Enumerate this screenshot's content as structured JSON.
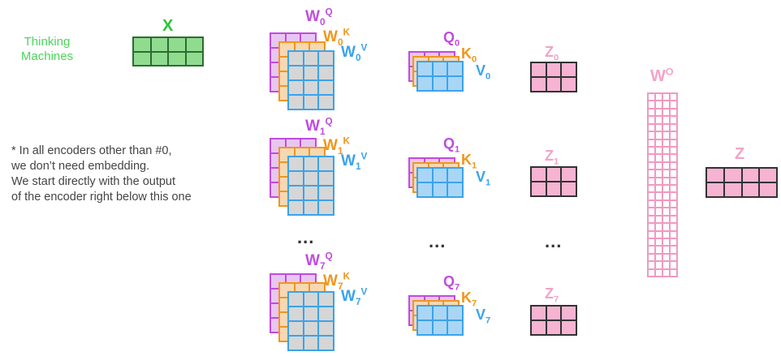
{
  "input": {
    "sentence_lines": [
      "Thinking",
      "Machines"
    ],
    "x_label": "X"
  },
  "note": {
    "lines": [
      "* In all encoders other than #0,",
      "we don’t need embedding.",
      "We start directly with the output",
      "of the encoder right below this one"
    ]
  },
  "heads": [
    {
      "index": "0",
      "w_base": "W",
      "q_label": "Q",
      "k_label": "K",
      "v_label": "V",
      "z_label": "Z"
    },
    {
      "index": "1",
      "w_base": "W",
      "q_label": "Q",
      "k_label": "K",
      "v_label": "V",
      "z_label": "Z"
    },
    {
      "index": "7",
      "w_base": "W",
      "q_label": "Q",
      "k_label": "K",
      "v_label": "V",
      "z_label": "Z"
    }
  ],
  "ellipsis": "...",
  "wo": {
    "base": "W",
    "sup": "O"
  },
  "z_final": "Z",
  "colors": {
    "x_fill": "#8fdc8f",
    "x_border": "#2e6b33",
    "q": "#c04be0",
    "q_fill": "#e8c6f2",
    "k": "#f0961e",
    "k_fill": "#f7d8b2",
    "v": "#3ba3ea",
    "v_fill": "#a9d6f5",
    "w_fill": "#d6d6d6",
    "z": "#f3a3c8",
    "z_fill": "#f7b3d2",
    "z_border": "#333333",
    "wo_border": "#f09ac2"
  }
}
